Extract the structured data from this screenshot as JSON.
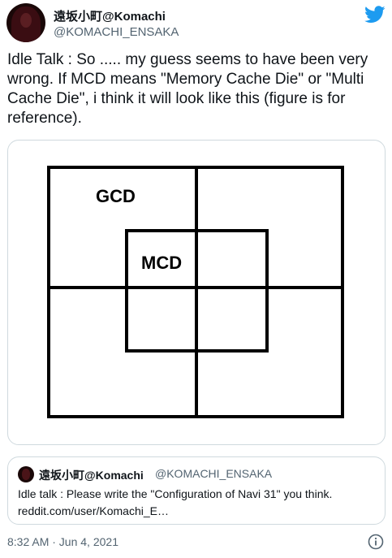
{
  "author": {
    "name": "遠坂小町@Komachi",
    "handle": "@KOMACHI_ENSAKA"
  },
  "icons": {
    "brand": "twitter-bird-icon",
    "info": "info-icon",
    "brand_color": "#1d9bf0"
  },
  "tweet": {
    "text": "Idle Talk : So ..... my guess seems to have been very wrong. If MCD means \"Memory Cache Die\" or \"Multi Cache Die\", i think it will look like this (figure is for reference)."
  },
  "figure": {
    "labels": {
      "gcd": "GCD",
      "mcd": "MCD"
    }
  },
  "quote": {
    "name": "遠坂小町@Komachi",
    "handle": "@KOMACHI_ENSAKA",
    "text": "Idle talk : Please write the \"Configuration of Navi 31\" you think.",
    "link": "reddit.com/user/Komachi_E…"
  },
  "meta": {
    "timestamp": "8:32 AM · Jun 4, 2021"
  }
}
